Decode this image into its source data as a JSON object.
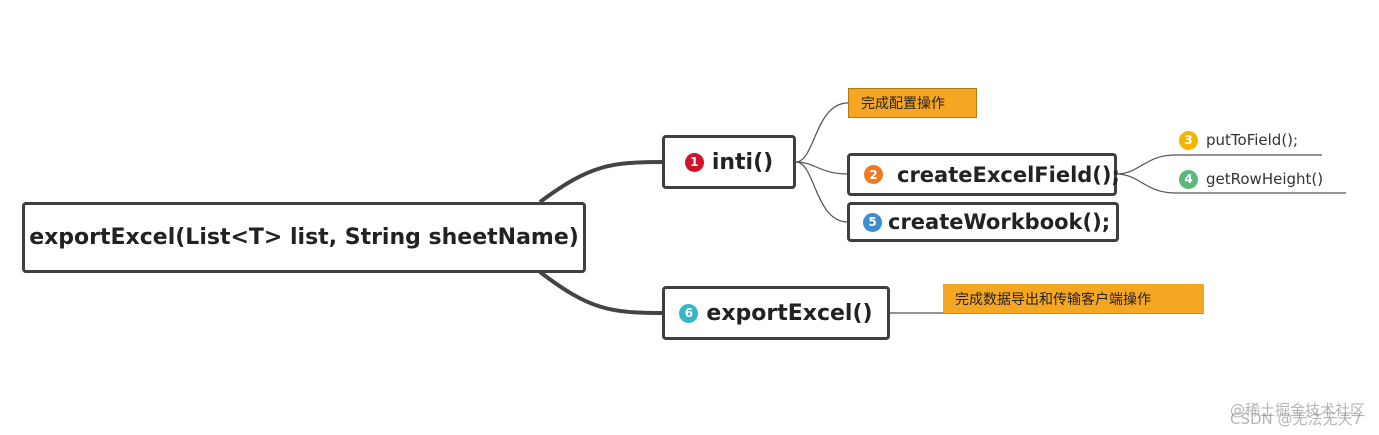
{
  "root": {
    "label": "exportExcel(List<T> list, String sheetName)"
  },
  "nodes": {
    "inti": {
      "num": "1",
      "label": "inti()",
      "badge_color": "#d0132b"
    },
    "create_excel_field": {
      "num": "2",
      "label": "createExcelField();",
      "badge_color": "#f07a22"
    },
    "create_workbook": {
      "num": "5",
      "label": "createWorkbook();",
      "badge_color": "#3a8fd0"
    },
    "export_excel": {
      "num": "6",
      "label": "exportExcel()",
      "badge_color": "#35b6c8"
    }
  },
  "leaves": {
    "put_to_field": {
      "num": "3",
      "label": "putToField();",
      "badge_color": "#f5b400"
    },
    "get_row_height": {
      "num": "4",
      "label": "getRowHeight()",
      "badge_color": "#5cb87a"
    }
  },
  "notes": {
    "config": "完成配置操作",
    "export": "完成数据导出和传输客户端操作"
  },
  "watermark": {
    "line1": "@稀土掘金技术社区",
    "line2": "CSDN @无法无天7"
  },
  "colors": {
    "note_fill": "#f5a623",
    "line": "#444444"
  }
}
